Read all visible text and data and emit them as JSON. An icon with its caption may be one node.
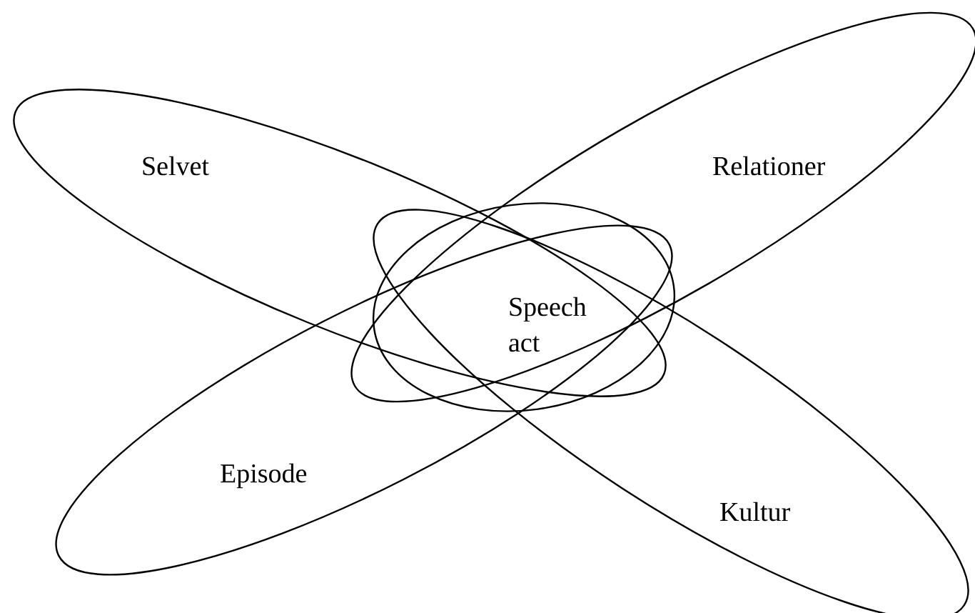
{
  "diagram": {
    "nodes": [
      {
        "text": [
          "Selvet"
        ]
      },
      {
        "text": [
          "Relationer"
        ]
      },
      {
        "text": [
          "Episode"
        ]
      },
      {
        "text": [
          "Kultur"
        ]
      },
      {
        "text": [
          "Speech act"
        ]
      }
    ]
  }
}
